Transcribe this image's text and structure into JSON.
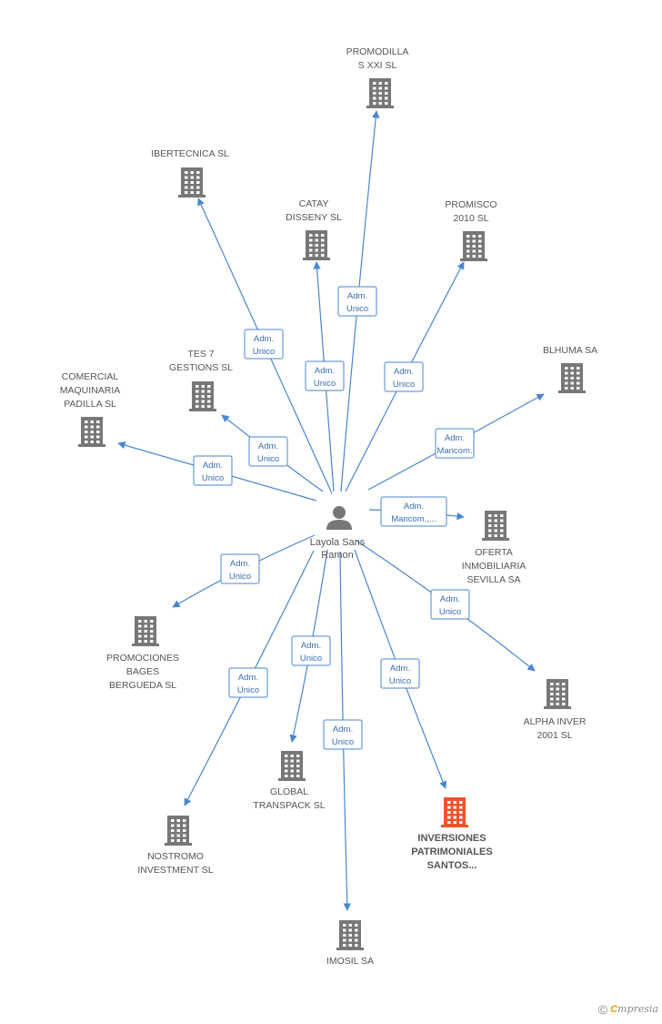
{
  "center": {
    "label": [
      "Layola Sans",
      "Ramon"
    ],
    "icon": "person-icon"
  },
  "nodes": [
    {
      "id": "promodilla",
      "label": [
        "PROMODILLA",
        "S XXI SL"
      ],
      "relation": [
        "Adm.",
        "Unico"
      ],
      "highlight": false
    },
    {
      "id": "ibertecnica",
      "label": [
        "IBERTECNICA SL"
      ],
      "relation": [
        "Adm.",
        "Unico"
      ],
      "highlight": false
    },
    {
      "id": "catay",
      "label": [
        "CATAY",
        "DISSENY SL"
      ],
      "relation": [
        "Adm.",
        "Unico"
      ],
      "highlight": false
    },
    {
      "id": "promisco",
      "label": [
        "PROMISCO",
        "2010 SL"
      ],
      "relation": [
        "Adm.",
        "Unico"
      ],
      "highlight": false
    },
    {
      "id": "blhuma",
      "label": [
        "BLHUMA SA"
      ],
      "relation": [
        "Adm.",
        "Mancom."
      ],
      "highlight": false
    },
    {
      "id": "tes7",
      "label": [
        "TES 7",
        "GESTIONS SL"
      ],
      "relation": [
        "Adm.",
        "Unico"
      ],
      "highlight": false
    },
    {
      "id": "comercial",
      "label": [
        "COMERCIAL",
        "MAQUINARIA",
        "PADILLA SL"
      ],
      "relation": [
        "Adm.",
        "Unico"
      ],
      "highlight": false
    },
    {
      "id": "oferta",
      "label": [
        "OFERTA",
        "INMOBILIARIA",
        "SEVILLA SA"
      ],
      "relation": [
        "Adm.",
        "Mancom.,..."
      ],
      "highlight": false
    },
    {
      "id": "alpha",
      "label": [
        "ALPHA INVER",
        "2001 SL"
      ],
      "relation": [
        "Adm.",
        "Unico"
      ],
      "highlight": false
    },
    {
      "id": "promociones",
      "label": [
        "PROMOCIONES",
        "BAGES",
        "BERGUEDA SL"
      ],
      "relation": [
        "Adm.",
        "Unico"
      ],
      "highlight": false
    },
    {
      "id": "global",
      "label": [
        "GLOBAL",
        "TRANSPACK SL"
      ],
      "relation": [
        "Adm.",
        "Unico"
      ],
      "highlight": false
    },
    {
      "id": "nostromo",
      "label": [
        "NOSTROMO",
        "INVESTMENT SL"
      ],
      "relation": [
        "Adm.",
        "Unico"
      ],
      "highlight": false
    },
    {
      "id": "inversiones",
      "label": [
        "INVERSIONES",
        "PATRIMONIALES",
        "SANTOS..."
      ],
      "relation": [
        "Adm.",
        "Unico"
      ],
      "highlight": true
    },
    {
      "id": "imosil",
      "label": [
        "IMOSIL SA"
      ],
      "relation": [
        "Adm.",
        "Unico"
      ],
      "highlight": false
    }
  ],
  "colors": {
    "edge": "#4a86d0",
    "building": "#777777",
    "highlight": "#f0522a",
    "person": "#777777"
  },
  "footer": {
    "copyright": "©",
    "brand_initial": "C",
    "brand_rest": "mpresia"
  }
}
